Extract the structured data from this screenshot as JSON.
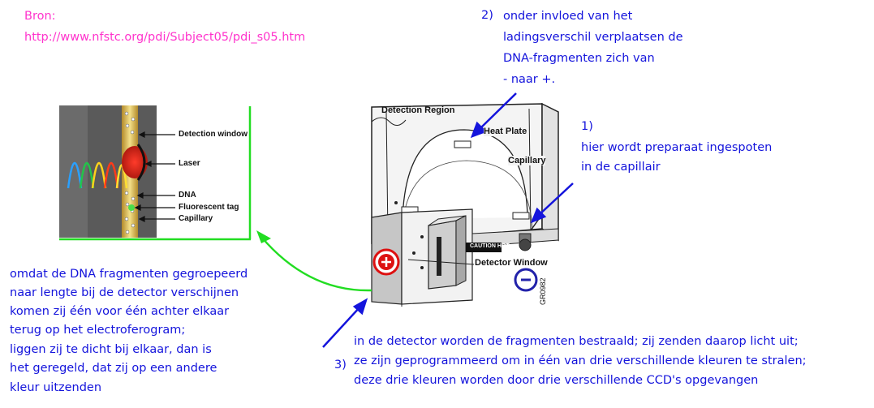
{
  "source": {
    "label": "Bron:",
    "url": "http://www.nfstc.org/pdi/Subject05/pdi_s05.htm"
  },
  "notes": {
    "step2": {
      "number": "2)",
      "lines": [
        "onder invloed van het",
        "ladingsverschil verplaatsen de",
        "DNA-fragmenten zich van",
        "- naar +."
      ]
    },
    "step1": {
      "number": "1)",
      "lines": [
        "hier wordt preparaat ingespoten",
        "in de capillair"
      ]
    },
    "step3": {
      "number": "3)",
      "lines": [
        "in de detector worden de fragmenten bestraald; zij zenden daarop licht uit;",
        "ze zijn geprogrammeerd om in één van drie verschillende kleuren te stralen;",
        "deze drie kleuren worden door drie verschillende CCD's opgevangen"
      ]
    },
    "left": {
      "lines": [
        "omdat de DNA fragmenten gegroepeerd",
        "naar lengte bij de detector verschijnen",
        "komen zij één voor één achter elkaar",
        "terug op het electroferogram;",
        "liggen zij te dicht bij elkaar, dan is",
        "het geregeld, dat zij op een andere",
        "kleur uitzenden"
      ]
    }
  },
  "inset_labels": {
    "detection_window": "Detection window",
    "laser": "Laser",
    "dna": "DNA",
    "fluorescent_tag": "Fluorescent tag",
    "capillary": "Capillary"
  },
  "main_labels": {
    "detection_region": "Detection Region",
    "heat_plate": "Heat Plate",
    "capillary": "Capillary",
    "detector_window": "Detector Window",
    "caution": "CAUTION HOT",
    "code": "GR0982",
    "plus": "+",
    "minus": "−"
  },
  "colors": {
    "annotation_blue": "#1414dc",
    "source_pink": "#ff33cc",
    "arrow_green": "#22dd22",
    "plus_red": "#dd1111",
    "minus_blue": "#2222aa"
  }
}
